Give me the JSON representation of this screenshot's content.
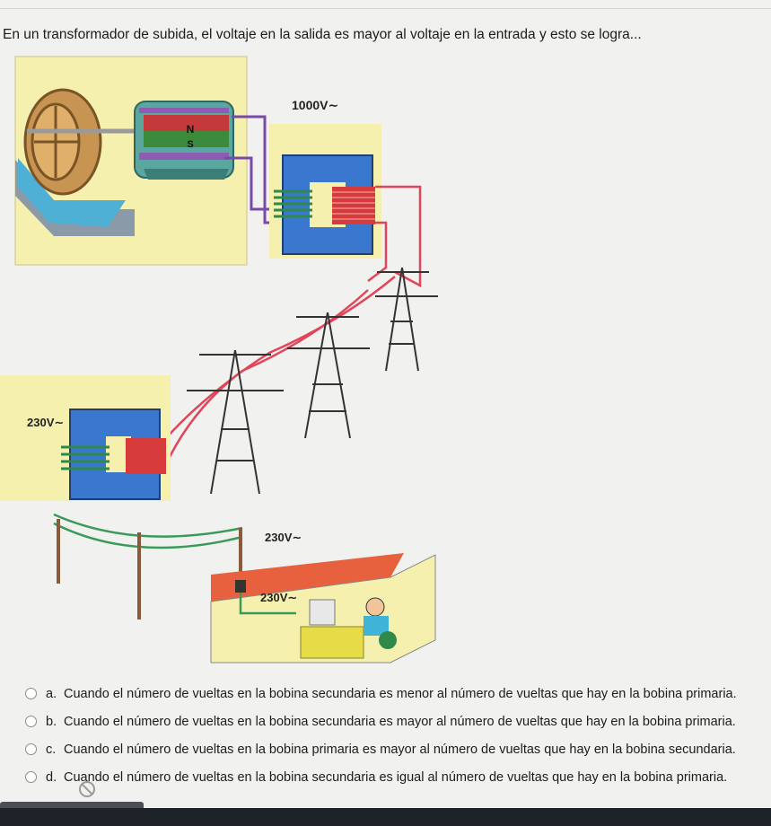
{
  "question": {
    "text": "En un transformador de subida, el voltaje en la salida es mayor al voltaje en la entrada y esto se logra..."
  },
  "illustration": {
    "voltage_high": "1000V∼",
    "voltage_sub": "230V∼",
    "voltage_line": "230V∼",
    "voltage_house": "230V∼",
    "magnet_n": "N",
    "magnet_s": "S"
  },
  "options": [
    {
      "letter": "a.",
      "text": "Cuando el número de vueltas en la bobina secundaria es menor al número de vueltas que hay en la bobina primaria."
    },
    {
      "letter": "b.",
      "text": "Cuando el número de vueltas en la bobina secundaria es mayor al número de vueltas que hay en la bobina primaria."
    },
    {
      "letter": "c.",
      "text": "Cuando el número de vueltas en la bobina primaria es mayor al número de vueltas que hay en la bobina secundaria."
    },
    {
      "letter": "d.",
      "text": "Cuando el número de vueltas en la bobina secundaria es igual al número de vueltas que hay en la bobina primaria."
    }
  ]
}
